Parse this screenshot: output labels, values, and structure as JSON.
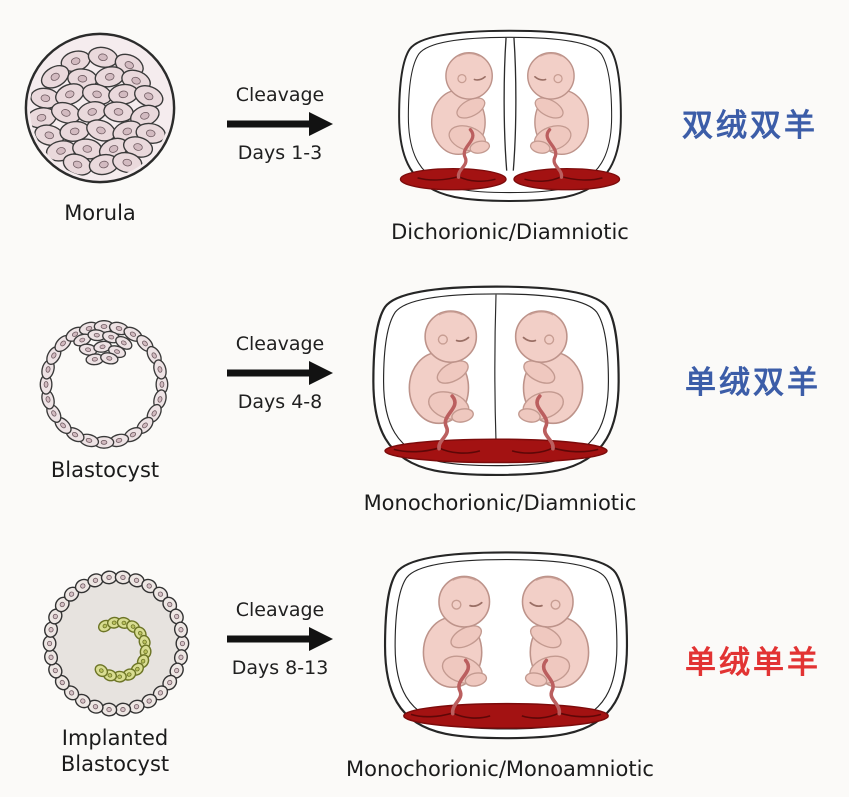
{
  "rows": [
    {
      "embryo": {
        "label": "Morula"
      },
      "arrow": {
        "top": "Cleavage",
        "bottom": "Days 1-3"
      },
      "uterus": {
        "label": "Dichorionic/Diamniotic"
      },
      "annotation": {
        "text": "双绒双羊",
        "color": "#3c5da8"
      }
    },
    {
      "embryo": {
        "label": "Blastocyst"
      },
      "arrow": {
        "top": "Cleavage",
        "bottom": "Days 4-8"
      },
      "uterus": {
        "label": "Monochorionic/Diamniotic"
      },
      "annotation": {
        "text": "单绒双羊",
        "color": "#3c5da8"
      }
    },
    {
      "embryo": {
        "label": "Implanted Blastocyst"
      },
      "arrow": {
        "top": "Cleavage",
        "bottom": "Days 8-13"
      },
      "uterus": {
        "label": "Monochorionic/Monoamniotic"
      },
      "annotation": {
        "text": "单绒单羊",
        "color": "#e23333"
      }
    }
  ],
  "colors": {
    "background": "#fbfaf8",
    "outline": "#262626",
    "cell_fill": "#ead9dc",
    "fetus_skin": "#f2cfc7",
    "placenta": "#a31212",
    "cord": "#bb5f5f",
    "annotation_blue": "#3c5da8",
    "annotation_red": "#e23333"
  }
}
